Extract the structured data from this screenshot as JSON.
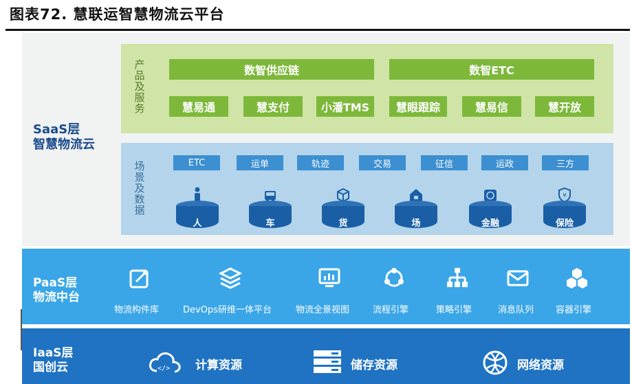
{
  "title": "图表72. 慧联运智慧物流云平台",
  "saas": {
    "label_line1": "SaaS层",
    "label_line2": "智慧物流云",
    "products": {
      "side_label": "产品及服务",
      "groups": [
        "数智供应链",
        "数智ETC"
      ],
      "items": [
        "慧易通",
        "慧支付",
        "小潘TMS",
        "慧眼跟踪",
        "慧易信",
        "慧开放"
      ]
    },
    "scenes": {
      "side_label": "场景及数据",
      "tags": [
        "ETC",
        "运单",
        "轨迹",
        "交易",
        "征信",
        "运政",
        "三方"
      ],
      "entities": [
        "人",
        "车",
        "货",
        "场",
        "金融",
        "保险"
      ]
    }
  },
  "paas": {
    "label_line1": "PaaS层",
    "label_line2": "物流中台",
    "items": [
      {
        "label": "物流构件库",
        "icon": "wrench-box-icon"
      },
      {
        "label": "DevOps研维一体平台",
        "icon": "layers-icon"
      },
      {
        "label": "物流全景视图",
        "icon": "dashboard-icon"
      },
      {
        "label": "流程引擎",
        "icon": "cycle-icon"
      },
      {
        "label": "策略引擎",
        "icon": "hierarchy-icon"
      },
      {
        "label": "消息队列",
        "icon": "envelope-icon"
      },
      {
        "label": "容器引擎",
        "icon": "cubes-icon"
      }
    ]
  },
  "iaas": {
    "label_line1": "IaaS层",
    "label_line2": "国创云",
    "items": [
      {
        "label": "计算资源",
        "icon": "cloud-code-icon"
      },
      {
        "label": "储存资源",
        "icon": "server-icon"
      },
      {
        "label": "网络资源",
        "icon": "network-globe-icon"
      }
    ]
  },
  "colors": {
    "product_panel": "#cfe4a6",
    "product_button": "#7db83a",
    "scene_panel": "#b3d4ea",
    "scene_tag": "#3c8fd1",
    "drum": "#1a5fa6",
    "paas": "#3aa6e8",
    "iaas": "#1f73c2",
    "label_blue": "#1a4b8c"
  }
}
